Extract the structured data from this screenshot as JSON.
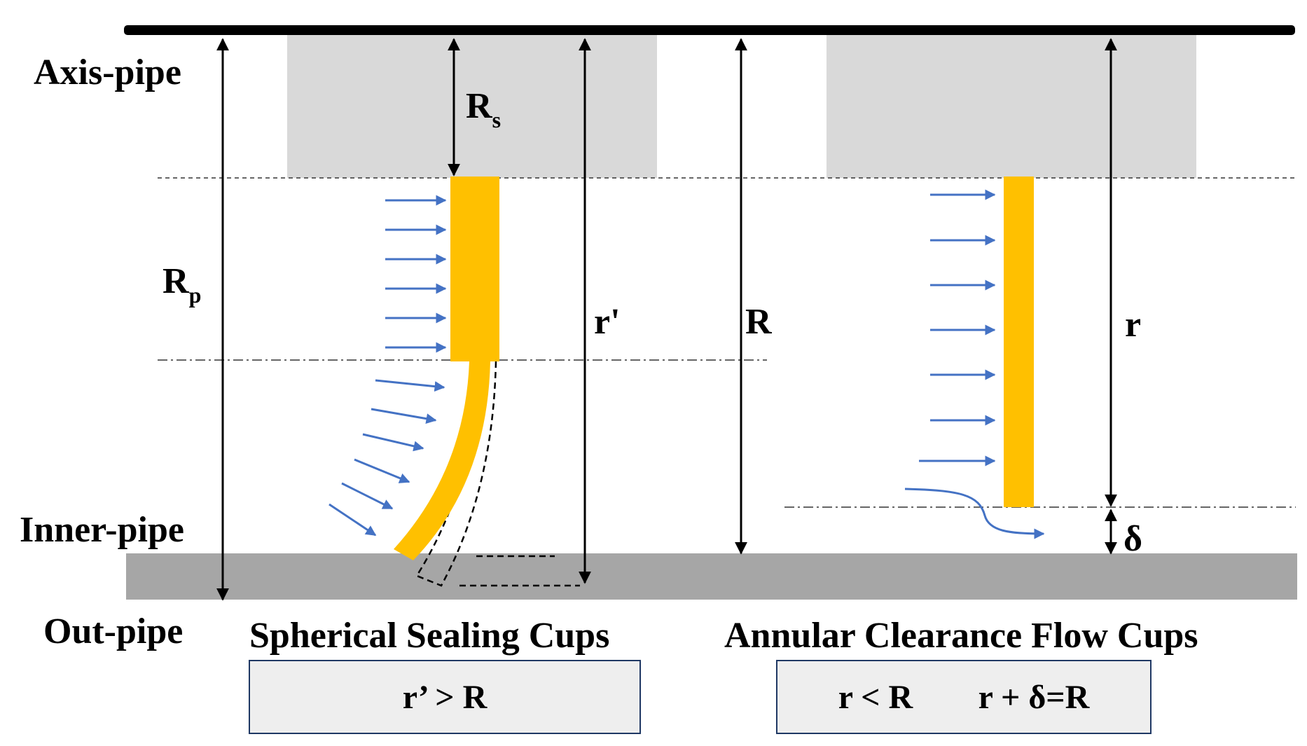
{
  "labels": {
    "axis_pipe": "Axis-pipe",
    "inner_pipe": "Inner-pipe",
    "out_pipe": "Out-pipe",
    "spherical_title": "Spherical Sealing Cups",
    "annular_title": "Annular Clearance Flow Cups"
  },
  "symbols": {
    "rs_main": "R",
    "rs_sub": "s",
    "rp_main": "R",
    "rp_sub": "p",
    "r_prime": "r'",
    "R": "R",
    "r": "r",
    "delta": "δ"
  },
  "conditions": {
    "spherical": "r’ > R",
    "annular_1": "r < R",
    "annular_2": "r + δ=R"
  },
  "colors": {
    "cup": "#ffc000",
    "flow_arrow": "#4472c4",
    "pipe_light": "#d9d9d9",
    "pipe_dark": "#a6a6a6",
    "box_border": "#1f3864",
    "box_fill": "#eeeeee"
  }
}
